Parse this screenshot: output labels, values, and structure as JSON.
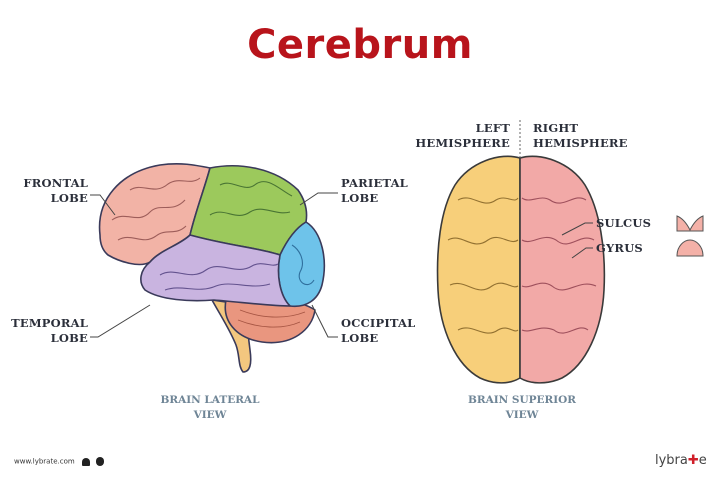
{
  "title": "Cerebrum",
  "lateral_view": {
    "caption_line1": "BRAIN LATERAL",
    "caption_line2": "VIEW",
    "labels": {
      "frontal": {
        "line1": "FRONTAL",
        "line2": "LOBE"
      },
      "parietal": {
        "line1": "PARIETAL",
        "line2": "LOBE"
      },
      "temporal": {
        "line1": "TEMPORAL",
        "line2": "LOBE"
      },
      "occipital": {
        "line1": "OCCIPITAL",
        "line2": "LOBE"
      }
    },
    "colors": {
      "frontal": "#f2b3a6",
      "parietal": "#9cc95c",
      "temporal": "#c9b4e0",
      "occipital": "#6ec3ea",
      "cerebellum": "#e9967f",
      "brainstem": "#f3c77f"
    }
  },
  "superior_view": {
    "caption_line1": "BRAIN SUPERIOR",
    "caption_line2": "VIEW",
    "left_hemisphere": {
      "line1": "LEFT",
      "line2": "HEMISPHERE"
    },
    "right_hemisphere": {
      "line1": "RIGHT",
      "line2": "HEMISPHERE"
    },
    "sulcus": "SULCUS",
    "gyrus": "GYRUS",
    "colors": {
      "left": "#f7cf7a",
      "right": "#f2a9a7"
    }
  },
  "footer": {
    "url": "www.lybrate.com",
    "icons": [
      "android-icon",
      "apple-icon"
    ],
    "logo_pre": "lybra",
    "logo_mark": "✚",
    "logo_post": "e"
  }
}
